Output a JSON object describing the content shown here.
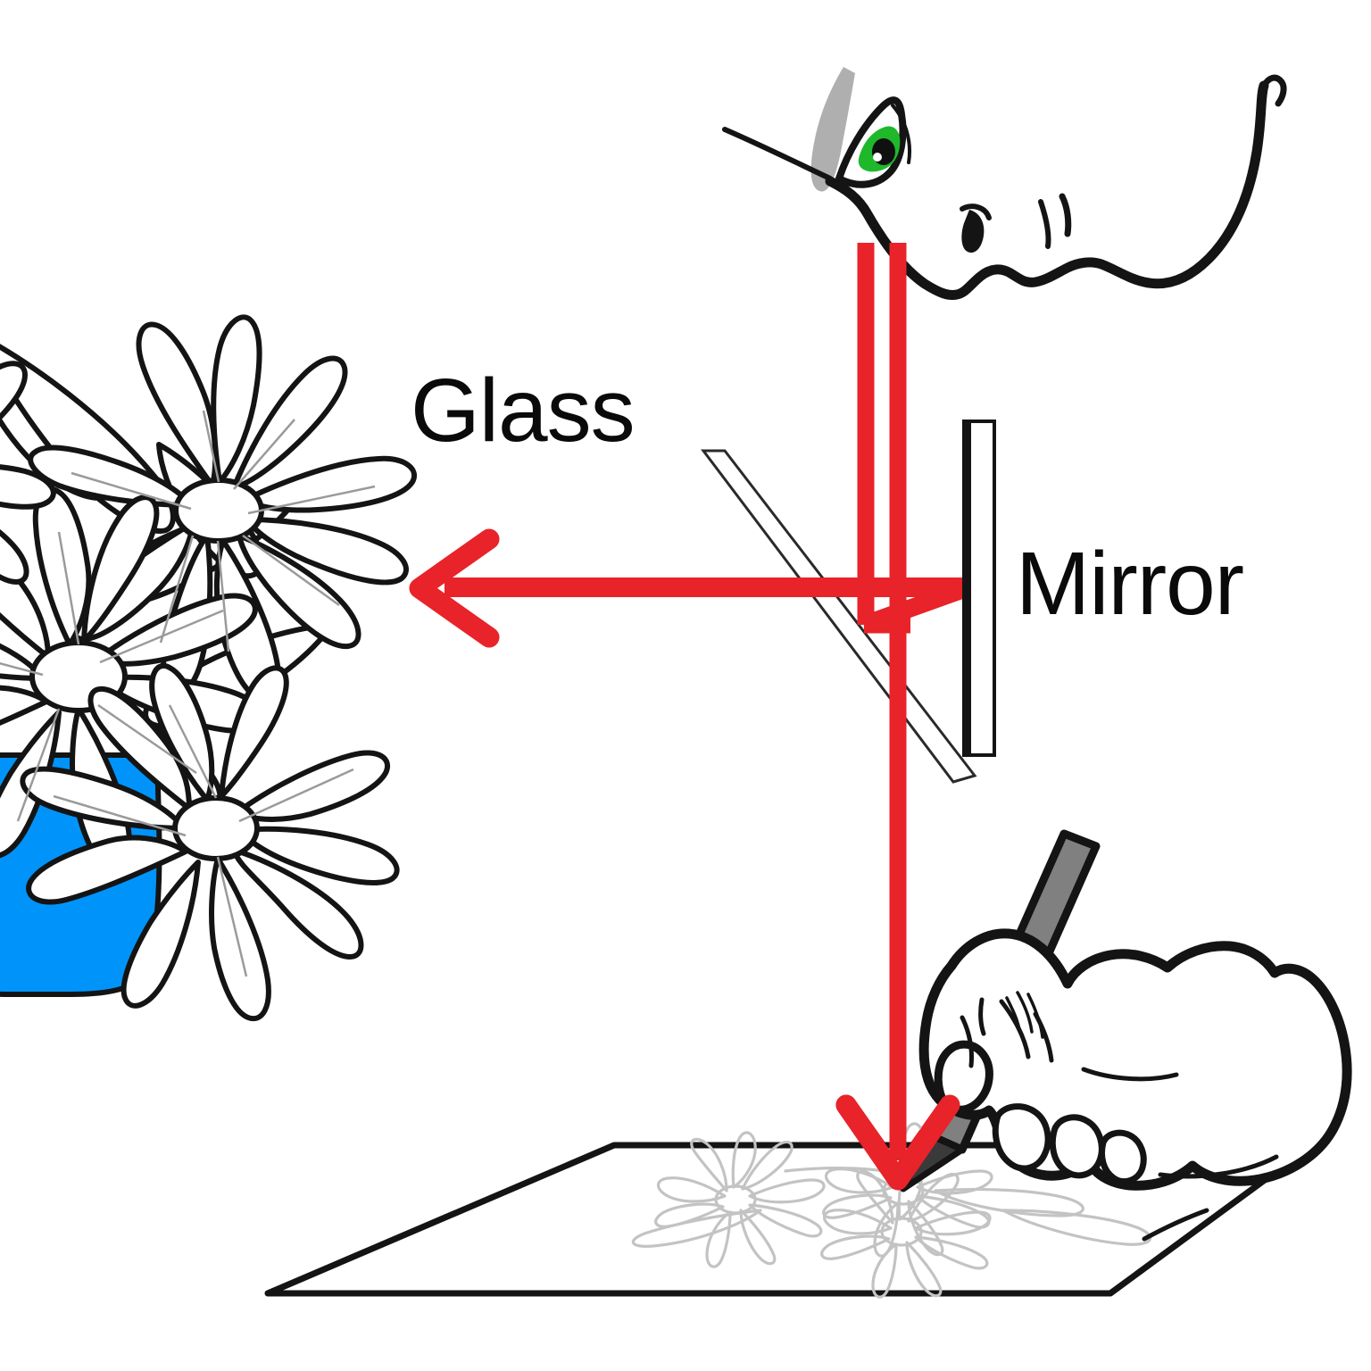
{
  "diagram": {
    "title": "Mirror drawing apparatus: viewing a vase of flowers through a half-silvered glass while tracing on paper",
    "background_color": "#ffffff",
    "labels": {
      "glass": "Glass",
      "mirror": "Mirror"
    },
    "colors": {
      "ray": "#E8232A",
      "ray_highlight": "#D81F26",
      "ink": "#141414",
      "vase_blue": "#0094FA",
      "pencil_body": "#808080",
      "eyebrow_gray": "#AFAFAF",
      "iris_green": "#1FB82B",
      "faint_sketch": "#C9C9C9",
      "label_text": "#0A0A0A"
    },
    "elements": [
      {
        "name": "flower-vase",
        "description": "Line-art vase of white daisies with blue pot at the left edge",
        "flower_count": 4,
        "pot_color": "#0094FA"
      },
      {
        "name": "observer-face",
        "description": "Line-art profile of a face looking downward, with a green eye and gray eyebrow",
        "eye_color": "#1FB82B"
      },
      {
        "name": "glass-plate",
        "description": "Thin transparent glass plate tilted at roughly 45 degrees",
        "angle_degrees": 45
      },
      {
        "name": "mirror-plate",
        "description": "Vertical mirror drawn as a white bar with a thick black reflective left face"
      },
      {
        "name": "hand-with-pencil",
        "description": "Line-art right hand holding a gray pencil, tracing on paper"
      },
      {
        "name": "paper-sheet",
        "description": "Sheet of paper in perspective with a faint traced flower sketch"
      },
      {
        "name": "light-ray-path",
        "description": "Red ray path: from the vase rightward to the glass, reflecting up to the eye, and down through the glass to the pencil tip on the paper",
        "arrow_count": 2,
        "arrow_directions": [
          "left",
          "down"
        ]
      }
    ]
  }
}
